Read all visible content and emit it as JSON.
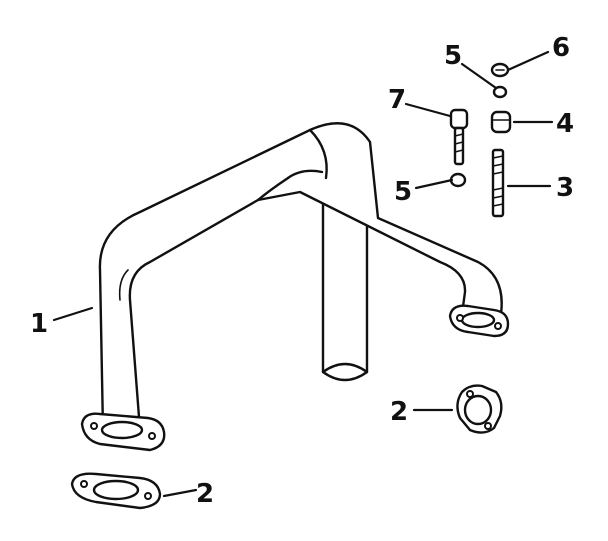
{
  "callouts": [
    {
      "id": "part-1",
      "text": "1"
    },
    {
      "id": "part-2a",
      "text": "2"
    },
    {
      "id": "part-2b",
      "text": "2"
    },
    {
      "id": "part-3",
      "text": "3"
    },
    {
      "id": "part-4",
      "text": "4"
    },
    {
      "id": "part-5a",
      "text": "5"
    },
    {
      "id": "part-5b",
      "text": "5"
    },
    {
      "id": "part-6",
      "text": "6"
    },
    {
      "id": "part-7",
      "text": "7"
    }
  ]
}
